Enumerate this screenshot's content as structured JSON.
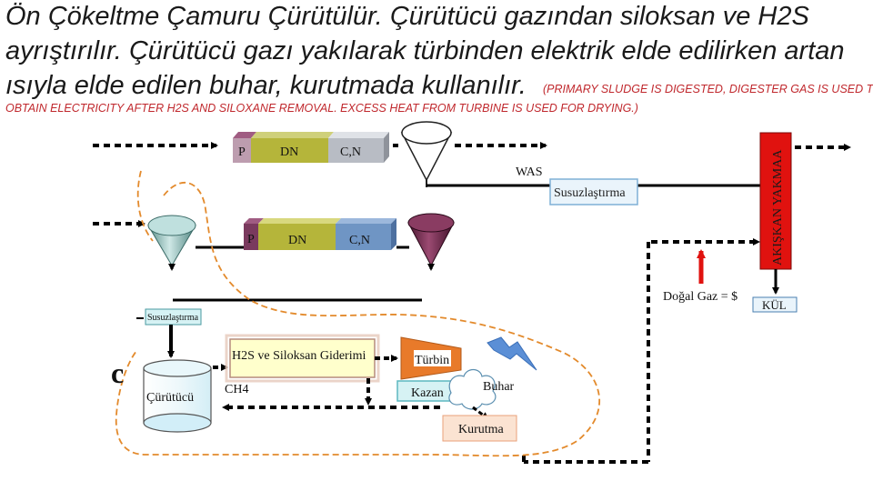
{
  "heading": {
    "line1": "Ön Çökeltme Çamuru Çürütülür. Çürütücü gazından siloksan ve H2S",
    "line2": "ayrıştırılır.  Çürütücü gazı yakılarak türbinden elektrik elde edilirken artan",
    "line3": "ısıyla elde edilen buhar, kurutmada kullanılır.",
    "translation_a": "(PRIMARY SLUDGE IS DIGESTED, DIGESTER GAS IS USED TO",
    "translation_b": "OBTAIN ELECTRICITY AFTER H2S AND SILOXANE REMOVAL. EXCESS HEAT FROM TURBINE IS USED FOR DRYING.)"
  },
  "diagram": {
    "tank_top": {
      "p": "P",
      "dn": "DN",
      "cn": "C,N"
    },
    "tank_mid": {
      "p": "P",
      "dn": "DN",
      "cn": "C,N"
    },
    "was_label": "WAS",
    "dewater_top": "Susuzlaştırma",
    "incinerator": "AKIŞKAN YAKMAA",
    "natural_gas": "Doğal Gaz = $",
    "ash": "KÜL",
    "dewater_low": "Susuzlaştırma",
    "c_label": "c",
    "digester": "Çürütücü",
    "h2s_box": "H2S ve Siloksan Giderimi",
    "ch4": "CH4",
    "turbine": "Türbin",
    "boiler": "Kazan",
    "steam": "Buhar",
    "dryer": "Kurutma"
  },
  "colors": {
    "p_segment": "#7a3a5e",
    "dn_segment": "#b5b53a",
    "cn_top_segment": "#b8bcc4",
    "cn_mid_segment": "#6f95c4",
    "incinerator": "#e0120f",
    "flow_line": "#000000",
    "sludge_loop": "#e38a2c",
    "turbine": "#e87a2a",
    "boiler_box": "#d6f2f4",
    "dryer_box": "#fbe3d2",
    "h2s_box": "#ffffcc",
    "lightning": "#5b8fd6",
    "natural_gas_arrow": "#e0120f"
  },
  "icons": [
    "primary-clarifier-icon",
    "secondary-clarifier-icon",
    "final-clarifier-icon",
    "digester-tank-icon",
    "turbine-icon",
    "steam-cloud-icon",
    "lightning-icon"
  ]
}
